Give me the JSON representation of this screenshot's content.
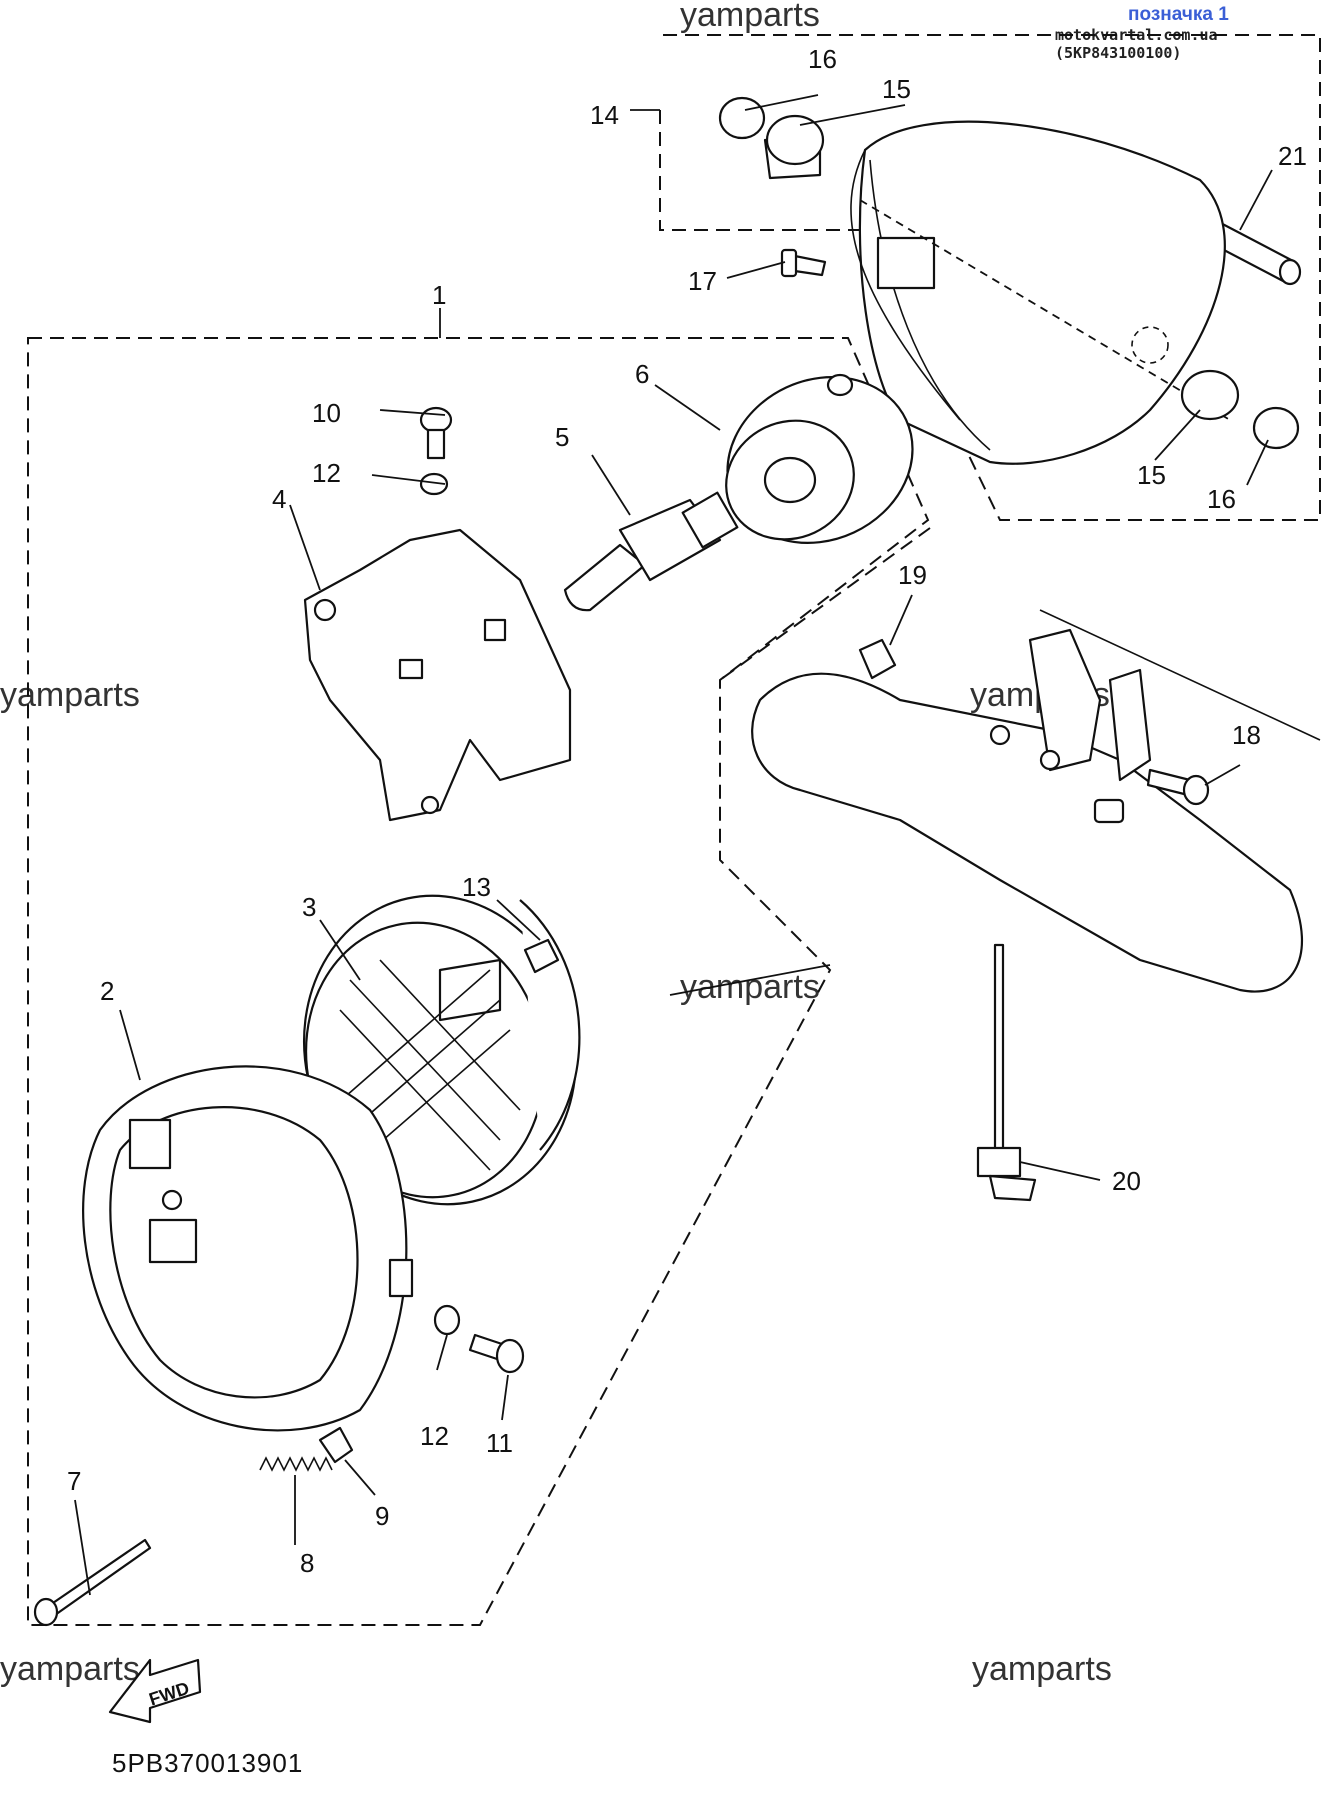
{
  "header": {
    "marker_label": "позначка 1",
    "reference": "motokvartal.com.ua (5KP843100100)"
  },
  "watermark": "yamparts",
  "diagram_code": "5PB370013901",
  "fwd_label": "FWD",
  "callouts": {
    "c1": "1",
    "c2": "2",
    "c3": "3",
    "c4": "4",
    "c5": "5",
    "c6": "6",
    "c7": "7",
    "c8": "8",
    "c9": "9",
    "c10": "10",
    "c11": "11",
    "c12a": "12",
    "c12b": "12",
    "c13": "13",
    "c14": "14",
    "c15a": "15",
    "c15b": "15",
    "c16a": "16",
    "c16b": "16",
    "c17": "17",
    "c18": "18",
    "c19": "19",
    "c20": "20",
    "c21": "21"
  }
}
